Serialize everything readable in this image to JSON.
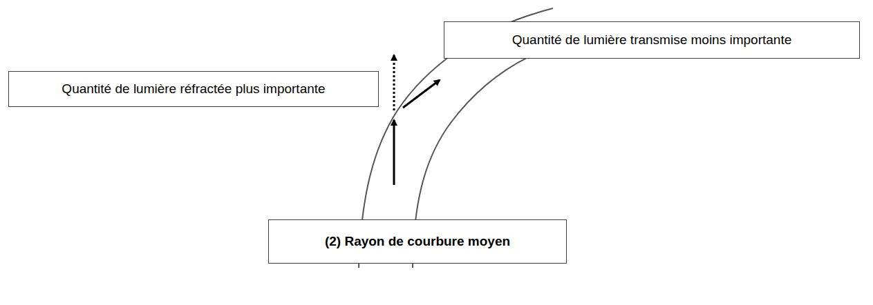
{
  "diagram": {
    "nodes": [
      {
        "text": [
          "Quantité de lumière réfractée plus importante"
        ]
      },
      {
        "text": [
          "Quantité de lumière transmise moins importante"
        ]
      },
      {
        "text": [
          "(2) Rayon de courbure moyen"
        ]
      }
    ]
  }
}
